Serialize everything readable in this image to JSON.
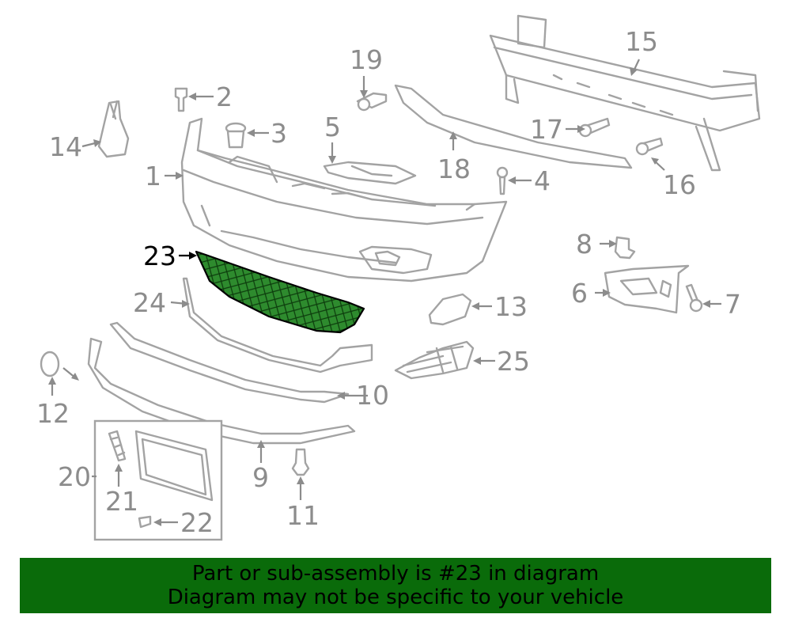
{
  "diagram": {
    "labels": {
      "l1": "1",
      "l2": "2",
      "l3": "3",
      "l4": "4",
      "l5": "5",
      "l6": "6",
      "l7": "7",
      "l8": "8",
      "l9": "9",
      "l10": "10",
      "l11": "11",
      "l12": "12",
      "l13": "13",
      "l14": "14",
      "l15": "15",
      "l16": "16",
      "l17": "17",
      "l18": "18",
      "l19": "19",
      "l20": "20",
      "l21": "21",
      "l22": "22",
      "l23": "23",
      "l24": "24",
      "l25": "25"
    },
    "highlighted_part": "23",
    "colors": {
      "outline": "#a3a3a3",
      "label": "#8c8c8c",
      "highlight_fill": "#2e8b2e",
      "banner": "#0a6b0a"
    }
  },
  "banner": {
    "line1": "Part or sub-assembly is #23 in diagram",
    "line2": "Diagram may not be specific to your vehicle"
  }
}
